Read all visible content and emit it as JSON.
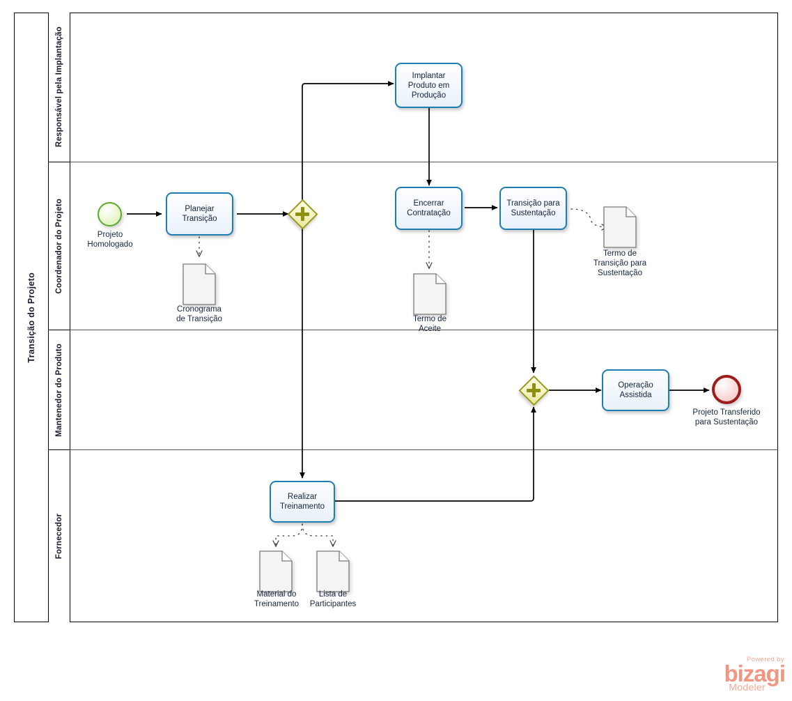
{
  "pool": {
    "name": "Transição do Projeto"
  },
  "lanes": [
    {
      "id": "lane-responsavel",
      "name": "Responsável pela Implantação"
    },
    {
      "id": "lane-coordenador",
      "name": "Coordenador do Projeto"
    },
    {
      "id": "lane-mantenedor",
      "name": "Mantenedor do Produto"
    },
    {
      "id": "lane-fornecedor",
      "name": "Fornecedor"
    }
  ],
  "tasks": [
    {
      "id": "task-implantar",
      "label": "Implantar\nProduto em\nProdução",
      "lane": "lane-responsavel"
    },
    {
      "id": "task-planejar",
      "label": "Planejar\nTransição",
      "lane": "lane-coordenador"
    },
    {
      "id": "task-encerrar",
      "label": "Encerrar\nContratação",
      "lane": "lane-coordenador"
    },
    {
      "id": "task-transicao",
      "label": "Transição para\nSustentação",
      "lane": "lane-coordenador"
    },
    {
      "id": "task-operacao",
      "label": "Operação\nAssistida",
      "lane": "lane-mantenedor"
    },
    {
      "id": "task-treinamento",
      "label": "Realizar\nTreinamento",
      "lane": "lane-fornecedor"
    }
  ],
  "events": [
    {
      "id": "event-start",
      "type": "start",
      "label": "Projeto\nHomologado",
      "lane": "lane-coordenador"
    },
    {
      "id": "event-end",
      "type": "end",
      "label": "Projeto Transferido\npara Sustentação",
      "lane": "lane-mantenedor"
    }
  ],
  "gateways": [
    {
      "id": "gateway-split",
      "type": "parallel",
      "symbol": "+",
      "lane": "lane-coordenador"
    },
    {
      "id": "gateway-join",
      "type": "parallel",
      "symbol": "+",
      "lane": "lane-mantenedor"
    }
  ],
  "data_objects": [
    {
      "id": "doc-cronograma",
      "label": "Cronograma\nde Transição",
      "source": "task-planejar"
    },
    {
      "id": "doc-termo-aceite",
      "label": "Termo de\nAceite",
      "source": "task-encerrar"
    },
    {
      "id": "doc-termo-transicao",
      "label": "Termo de\nTransição para\nSustentação",
      "source": "task-transicao"
    },
    {
      "id": "doc-material",
      "label": "Material do\nTreinamento",
      "source": "task-treinamento"
    },
    {
      "id": "doc-lista",
      "label": "Lista de\nParticipantes",
      "source": "task-treinamento"
    }
  ],
  "colors": {
    "task_border": "#1f7cb0",
    "gateway_border": "#9a9a18",
    "start_event": "#5aa82c",
    "end_event": "#9e1b1b",
    "logo": "#f19680"
  },
  "logo": {
    "powered_by": "Powered by",
    "brand": "bizagi",
    "product": "Modeler"
  }
}
